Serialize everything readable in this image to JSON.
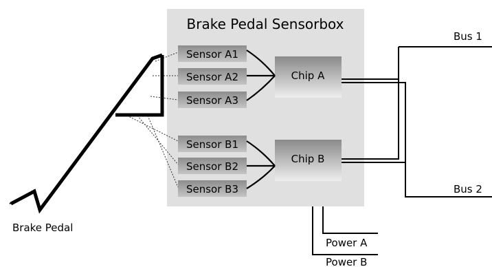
{
  "sensorbox": {
    "title": "Brake Pedal Sensorbox"
  },
  "sensors_a": [
    "Sensor A1",
    "Sensor A2",
    "Sensor A3"
  ],
  "sensors_b": [
    "Sensor B1",
    "Sensor B2",
    "Sensor B3"
  ],
  "chips": {
    "a": "Chip A",
    "b": "Chip B"
  },
  "buses": {
    "bus1": "Bus 1",
    "bus2": "Bus 2"
  },
  "power": {
    "a": "Power A",
    "b": "Power B"
  },
  "pedal": {
    "label": "Brake Pedal"
  }
}
